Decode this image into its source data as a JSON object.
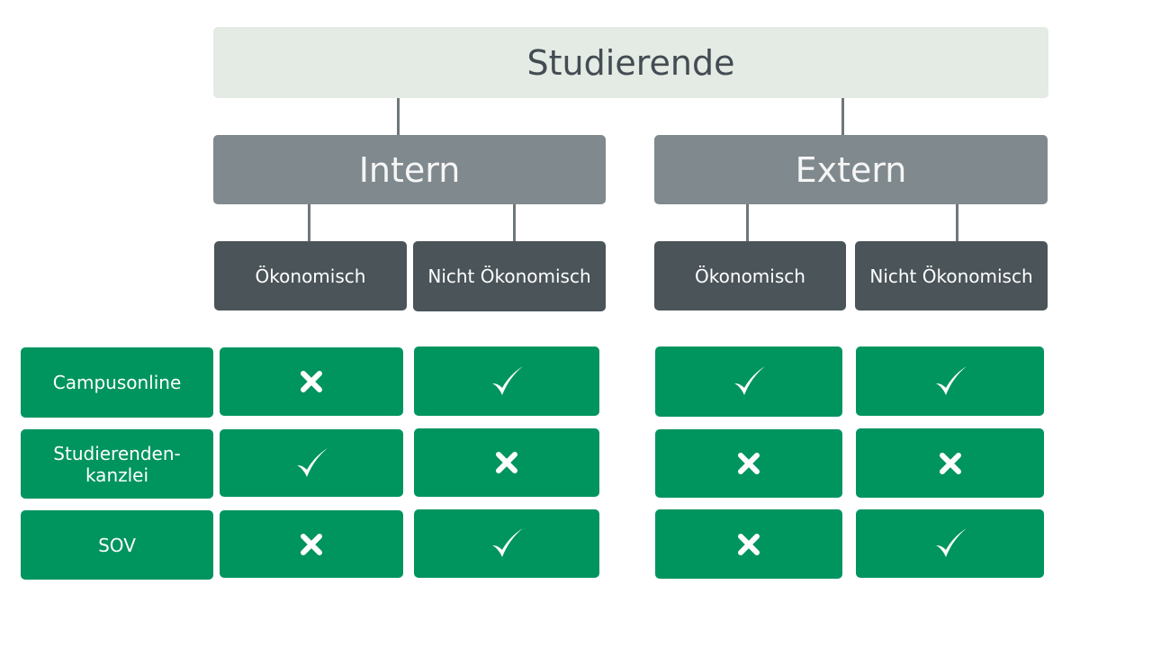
{
  "root": {
    "label": "Studierende"
  },
  "groups": [
    {
      "label": "Intern",
      "sub": [
        "Ökonomisch",
        "Nicht Ökonomisch"
      ]
    },
    {
      "label": "Extern",
      "sub": [
        "Ökonomisch",
        "Nicht Ökonomisch"
      ]
    }
  ],
  "rows": [
    {
      "label_line1": "Campusonline",
      "label_line2": "",
      "values": [
        "cross",
        "check",
        "check",
        "check"
      ]
    },
    {
      "label_line1": "Studierenden-",
      "label_line2": "kanzlei",
      "values": [
        "check",
        "cross",
        "cross",
        "cross"
      ]
    },
    {
      "label_line1": "SOV",
      "label_line2": "",
      "values": [
        "cross",
        "check",
        "cross",
        "check"
      ]
    }
  ],
  "colors": {
    "root_bg": "#e4eae4",
    "group_bg": "#7f898e",
    "sub_bg": "#4a5459",
    "cell_bg": "#00945f",
    "mark": "#ffffff"
  },
  "icons": {
    "check": "check-icon",
    "cross": "cross-icon"
  }
}
